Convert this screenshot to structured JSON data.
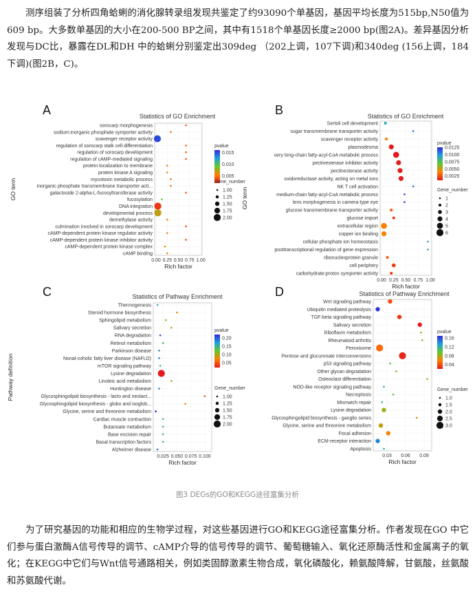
{
  "paragraph1": "测序组装了分析四角蛤蜊的消化腺转录组发现共鉴定了约93090个单基因，基因平均长度为515bp,N50值为609 bp。大多数单基因的大小在200-500 BP之间，其中有1518个单基因长度≥2000 bp(图2A)。差异基因分析发现与DC比，暴露在DL和DH 中的蛤蜊分别鉴定出309deg （202上调，107下调)和340deg (156上调，184下调)(图2B，C)。",
  "paragraph2": "为了研究基因的功能和相应的生物学过程，对这些基因进行GO和KEGG途径富集分析。作者发现在GO 中它们参与蛋白激酶A信号传导的调节、cAMP介导的信号传导的调节、葡萄糖输入、氧化还原酶活性和金属离子的氧化；在KEGG中它们与Wnt信号通路相关，例如类固醇激素生物合成，氧化磷酸化，赖氨酸降解，甘氨酸，丝氨酸和苏氨酸代谢。",
  "caption": "图3 DEGs的GO和KEGG途径富集分析",
  "chart_data": [
    {
      "panel": "A",
      "type": "scatter",
      "title": "Statistics of GO Enrichment",
      "xlabel": "Rich factor",
      "ylabel": "GO term",
      "xlim": [
        0,
        1
      ],
      "xticks": [
        "0.00",
        "0.25",
        "0.50",
        "0.75",
        "1.00"
      ],
      "color_legend_title": "pvalue",
      "color_range": [
        0.002,
        0.016
      ],
      "color_ticks": [
        "0.015",
        "0.010",
        "0.005"
      ],
      "color_tick_values": [
        0.015,
        0.01,
        0.005
      ],
      "size_legend_title": "Gene_number",
      "size_ticks": [
        "1.00",
        "1.25",
        "1.50",
        "1.75",
        "2.00"
      ],
      "size_tick_values": [
        1,
        1.25,
        1.5,
        1.75,
        2
      ],
      "size_range": [
        1,
        2
      ],
      "categories": [
        "sorocarp morphogenesis",
        "sodium:inorganic phosphate symporter activity",
        "scavenger receptor activity",
        "regulation of sorocarp stalk cell differentiation",
        "regulation of sorocarp development",
        "regulation of cAMP-mediated signaling",
        "protein localization to membrane",
        "protein kinase A signaling",
        "mycotoxin metabolic process",
        "inorganic phosphate transmembrane transporter acti...",
        "galactoside 2-alpha-L-fucosyltransferase activity",
        "fucosylation",
        "DNA integration",
        "developmental process",
        "demethylase activity",
        "culmination involved in sorocarp development",
        "cAMP-dependent protein kinase regulator activity",
        "cAMP-dependent protein kinase inhibitor activity",
        "cAMP-dependent protein kinase complex",
        "cAMP binding"
      ],
      "x": [
        0.67,
        0.33,
        0.03,
        0.67,
        0.67,
        0.67,
        0.25,
        0.25,
        0.33,
        0.33,
        0.67,
        0.13,
        0.04,
        0.04,
        0.25,
        0.67,
        0.25,
        0.67,
        0.2,
        0.25
      ],
      "pvalue": [
        0.004,
        0.005,
        0.015,
        0.004,
        0.004,
        0.004,
        0.006,
        0.006,
        0.005,
        0.005,
        0.004,
        0.009,
        0.003,
        0.007,
        0.006,
        0.004,
        0.006,
        0.004,
        0.006,
        0.006
      ],
      "gene_number": [
        1,
        1,
        2,
        1,
        1,
        1,
        1,
        1,
        1,
        1,
        1,
        1,
        2,
        2,
        1,
        1,
        1,
        1,
        1,
        1
      ]
    },
    {
      "panel": "B",
      "type": "scatter",
      "title": "Statistics of GO Enrichment",
      "xlabel": "Rich factor",
      "ylabel": "GO term",
      "xlim": [
        0,
        1
      ],
      "xticks": [
        "0.00",
        "0.25",
        "0.50",
        "0.75",
        "1.00"
      ],
      "color_legend_title": "pvalue",
      "color_range": [
        0.001,
        0.0125
      ],
      "color_ticks": [
        "0.0125",
        "0.0100",
        "0.0075",
        "0.0050",
        "0.0025"
      ],
      "color_tick_values": [
        0.0125,
        0.01,
        0.0075,
        0.005,
        0.0025
      ],
      "size_legend_title": "Gene_number",
      "size_ticks": [
        "1",
        "2",
        "3",
        "4",
        "5",
        "6"
      ],
      "size_tick_values": [
        1,
        2,
        3,
        4,
        5,
        6
      ],
      "size_range": [
        1,
        6
      ],
      "categories": [
        "Sertoli cell development",
        "sugar transmembrane transporter activity",
        "scavenger receptor activity",
        "plasmodesma",
        "very long-chain fatty-acyl-CoA metabolic process",
        "pectinesterase inhibitor activity",
        "pectinesterase activity",
        "oxidoreductase activity, acting on metal ions",
        "NK T cell activation",
        "medium-chain fatty-acyl-CoA metabolic process",
        "lens morphogenesis in camera-type eye",
        "glucose transmembrane transporter activity",
        "glucose import",
        "extracellular region",
        "copper ion binding",
        "cellular phosphate ion homeostasis",
        "posttranscriptional regulation of gene expression",
        "ribonucleoprotein granule",
        "cell periphery",
        "carbohydrate:proton symporter activity"
      ],
      "x": [
        0.08,
        0.65,
        0.1,
        0.2,
        0.3,
        0.35,
        0.38,
        0.4,
        0.65,
        0.47,
        0.47,
        0.2,
        0.25,
        0.05,
        0.05,
        0.95,
        0.95,
        0.12,
        0.25,
        0.2
      ],
      "pvalue": [
        0.009,
        0.011,
        0.004,
        0.001,
        0.001,
        0.001,
        0.001,
        0.001,
        0.011,
        0.012,
        0.012,
        0.003,
        0.002,
        0.004,
        0.004,
        0.009,
        0.009,
        0.003,
        0.002,
        0.002
      ],
      "gene_number": [
        2,
        1,
        2,
        4,
        5,
        4,
        4,
        4,
        1,
        1,
        1,
        2,
        2,
        5,
        4,
        1,
        1,
        2,
        3,
        2
      ]
    },
    {
      "panel": "C",
      "type": "scatter",
      "title": "Statistics of Pathway Enrichment",
      "xlabel": "Rich factor",
      "ylabel": "Pathway definition",
      "xlim": [
        0.01,
        0.11
      ],
      "xticks": [
        "0.025",
        "0.050",
        "0.075",
        "0.100"
      ],
      "xtick_values": [
        0.025,
        0.05,
        0.075,
        0.1
      ],
      "color_legend_title": "pvalue",
      "color_range": [
        0.02,
        0.22
      ],
      "color_ticks": [
        "0.20",
        "0.15",
        "0.10",
        "0.05"
      ],
      "color_tick_values": [
        0.2,
        0.15,
        0.1,
        0.05
      ],
      "size_legend_title": "Gene_number",
      "size_ticks": [
        "1.00",
        "1.25",
        "1.50",
        "1.75",
        "2.00"
      ],
      "size_tick_values": [
        1,
        1.25,
        1.5,
        1.75,
        2
      ],
      "size_range": [
        1,
        2
      ],
      "categories": [
        "Thermogenesis",
        "Steroid hormone biosynthesis",
        "Sphingolipid metabolism",
        "Salivary secretion",
        "RNA degradation",
        "Retinol metabolism",
        "Parkinson disease",
        "Nonal-coholic fatty liver disease (NAFLD)",
        "mTOR signaling pathway",
        "Lysine degradation",
        "Linoleic acid metabolism",
        "Huntington disease",
        "Glycosphingolipid biosynthesis - lacto and neolact...",
        "Glycosphingolipid biosynthesis - globo and isoglob...",
        "Glycine, serine and threonine metabolism",
        "Cardiac muscle contraction",
        "Butanoate metabolism",
        "Base excision repair",
        "Basal transcription factors",
        "Alzheimer disease"
      ],
      "x": [
        0.015,
        0.05,
        0.03,
        0.04,
        0.02,
        0.025,
        0.018,
        0.018,
        0.02,
        0.022,
        0.04,
        0.018,
        0.1,
        0.065,
        0.012,
        0.025,
        0.025,
        0.025,
        0.025,
        0.015
      ],
      "pvalue": [
        0.16,
        0.08,
        0.12,
        0.1,
        0.2,
        0.14,
        0.18,
        0.19,
        0.16,
        0.02,
        0.1,
        0.18,
        0.05,
        0.07,
        0.22,
        0.14,
        0.14,
        0.14,
        0.14,
        0.19
      ],
      "gene_number": [
        1,
        1,
        1,
        1,
        1,
        1,
        1,
        1,
        1,
        2,
        1,
        1,
        1,
        1,
        1,
        1,
        1,
        1,
        1,
        1
      ]
    },
    {
      "panel": "D",
      "type": "scatter",
      "title": "Statistics of Pathway Enrichment",
      "xlabel": "Rich factor",
      "ylabel": "",
      "xlim": [
        0.01,
        0.1
      ],
      "xticks": [
        "0.03",
        "0.06",
        "0.09"
      ],
      "xtick_values": [
        0.03,
        0.06,
        0.09
      ],
      "color_legend_title": "pvalue",
      "color_range": [
        0.02,
        0.17
      ],
      "color_ticks": [
        "0.16",
        "0.12",
        "0.08",
        "0.04"
      ],
      "color_tick_values": [
        0.16,
        0.12,
        0.08,
        0.04
      ],
      "size_legend_title": "Gene_number",
      "size_ticks": [
        "1.0",
        "1.5",
        "2.0",
        "2.5",
        "3.0"
      ],
      "size_tick_values": [
        1,
        1.5,
        2,
        2.5,
        3
      ],
      "size_range": [
        1,
        3
      ],
      "categories": [
        "Wnt signaling pathway",
        "Ubiquitin mediated proteolysis",
        "TGF-beta signaling pathway",
        "Salivary secretion",
        "Riboflavin metabolism",
        "Rheumatoid arthritis",
        "Peroxisome",
        "Pentose and glucuronate interconversions",
        "p53 signaling pathway",
        "Other glycan degradation",
        "Osteoclast differentiation",
        "NOD-like receptor signaling pathway",
        "Necroptosis",
        "Mismatch repair",
        "Lysine degradation",
        "Glycosphingolipid biosynthesis - ganglio series",
        "Glycine, serine and threonine metabolism",
        "Focal adhesion",
        "ECM-receptor interaction",
        "Apoptosis"
      ],
      "x": [
        0.035,
        0.015,
        0.05,
        0.083,
        0.085,
        0.087,
        0.018,
        0.055,
        0.035,
        0.045,
        0.095,
        0.025,
        0.04,
        0.022,
        0.025,
        0.078,
        0.02,
        0.032,
        0.015,
        0.025
      ],
      "pvalue": [
        0.04,
        0.165,
        0.03,
        0.02,
        0.08,
        0.09,
        0.05,
        0.025,
        0.1,
        0.09,
        0.09,
        0.13,
        0.1,
        0.12,
        0.08,
        0.07,
        0.07,
        0.06,
        0.14,
        0.13
      ],
      "gene_number": [
        2,
        2,
        2,
        2,
        1,
        1,
        3,
        3,
        1,
        1,
        1,
        1,
        1,
        1,
        2,
        1,
        2,
        2,
        2,
        1
      ]
    }
  ]
}
